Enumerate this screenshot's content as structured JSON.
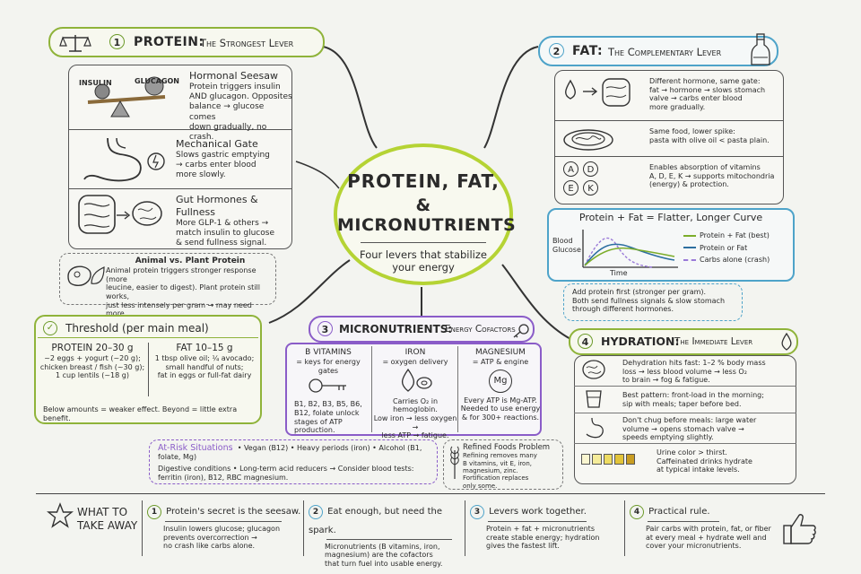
{
  "center": {
    "title_line1": "PROTEIN, FAT,",
    "title_line2": "& MICRONUTRIENTS",
    "subtitle_line1": "Four levers that stabilize",
    "subtitle_line2": "your energy"
  },
  "protein": {
    "num": "1",
    "title": "PROTEIN:",
    "subtitle": "The Strongest Lever",
    "seesaw_left": "INSULIN",
    "seesaw_right": "GLUCAGON",
    "items": [
      {
        "title": "Hormonal Seesaw",
        "lines": [
          "Protein triggers insulin",
          "AND glucagon. Opposites",
          "balance → glucose comes",
          "down gradually, no crash."
        ]
      },
      {
        "title": "Mechanical Gate",
        "lines": [
          "Slows gastric emptying",
          "→ carbs enter blood",
          "more slowly."
        ]
      },
      {
        "title": "Gut Hormones & Fullness",
        "lines": [
          "More GLP-1 & others →",
          "match insulin to glucose",
          "& send fullness signal."
        ]
      }
    ],
    "animal_title": "Animal vs. Plant Protein",
    "animal_lines": [
      "Animal protein triggers stronger response (more",
      "leucine, easier to digest). Plant protein still works,",
      "just less intensely per gram → may need more."
    ]
  },
  "threshold": {
    "title": "Threshold (per main meal)",
    "protein_head": "PROTEIN 20–30 g",
    "protein_lines": [
      "~2 eggs + yogurt (~20 g);",
      "chicken breast / fish (~30 g);",
      "1 cup lentils (~18 g)"
    ],
    "fat_head": "FAT 10–15 g",
    "fat_lines": [
      "1 tbsp olive oil; ¼ avocado;",
      "small handful of nuts;",
      "fat in eggs or full-fat dairy"
    ],
    "footer": "Below amounts = weaker effect. Beyond = little extra benefit."
  },
  "fat": {
    "num": "2",
    "title": "FAT:",
    "subtitle": "The Complementary Lever",
    "items": [
      {
        "lines": [
          "Different hormone, same gate:",
          "fat → hormone → slows stomach",
          "valve → carbs enter blood",
          "more gradually."
        ]
      },
      {
        "lines": [
          "Same food, lower spike:",
          "pasta with olive oil < pasta plain."
        ]
      },
      {
        "lines": [
          "Enables absorption of vitamins",
          "A, D, E, K → supports mitochondria",
          "(energy) & protection."
        ]
      }
    ],
    "vitamins": [
      "A",
      "D",
      "E",
      "K"
    ]
  },
  "curve": {
    "title": "Protein + Fat = Flatter, Longer Curve",
    "ylabel_line1": "Blood",
    "ylabel_line2": "Glucose",
    "xlabel": "Time",
    "legend": [
      {
        "label": "Protein + Fat (best)",
        "color": "#7cad2a"
      },
      {
        "label": "Protein or Fat",
        "color": "#2d6fa0"
      },
      {
        "label": "Carbs alone (crash)",
        "color": "#9a7ad8"
      }
    ],
    "note_lines": [
      "Add protein first (stronger per gram).",
      "Both send fullness signals & slow stomach",
      "through different hormones."
    ]
  },
  "micro": {
    "num": "3",
    "title": "MICRONUTRIENTS:",
    "subtitle": "Energy Cofactors",
    "cols": [
      {
        "head": "B VITAMINS",
        "sub": "= keys for energy gates",
        "lines": [
          "B1, B2, B3, B5, B6,",
          "B12, folate unlock",
          "stages of ATP",
          "production."
        ]
      },
      {
        "head": "IRON",
        "sub": "= oxygen delivery",
        "lines": [
          "Carries O₂ in hemoglobin.",
          "Low iron → less oxygen →",
          "less ATP → fatigue."
        ]
      },
      {
        "head": "MAGNESIUM",
        "sub": "= ATP & engine",
        "lines": [
          "Every ATP is Mg-ATP.",
          "Needed to use energy",
          "& for 300+ reactions."
        ]
      }
    ],
    "mg_symbol": "Mg",
    "risk_title": "At-Risk Situations",
    "risk_tags": "• Vegan (B12)  • Heavy periods (iron)  • Alcohol (B1, folate, Mg)",
    "risk_lines": [
      "Digestive conditions  • Long-term acid reducers → Consider blood tests:",
      "ferritin (iron), B12, RBC magnesium."
    ],
    "refined_title": "Refined Foods Problem",
    "refined_lines": [
      "Refining removes many",
      "B vitamins, vit E, iron,",
      "magnesium, zinc.",
      "Fortification replaces",
      "only some."
    ]
  },
  "hydration": {
    "num": "4",
    "title": "HYDRATION:",
    "subtitle": "The Immediate Lever",
    "items": [
      {
        "lines": [
          "Dehydration hits fast: 1–2 % body mass",
          "loss → less blood volume → less O₂",
          "to brain → fog & fatigue."
        ]
      },
      {
        "lines": [
          "Best pattern: front-load in the morning;",
          "sip with meals; taper before bed."
        ]
      },
      {
        "lines": [
          "Don't chug before meals: large water",
          "volume → opens stomach valve →",
          "speeds emptying slightly."
        ]
      },
      {
        "lines": [
          "Urine color > thirst.",
          "Caffeinated drinks hydrate",
          "at typical intake levels."
        ]
      }
    ],
    "urine_colors": [
      "#faf6d0",
      "#f5ec9a",
      "#eedc62",
      "#e2c43a",
      "#c99d22"
    ]
  },
  "takeaway": {
    "label_line1": "WHAT TO",
    "label_line2": "TAKE AWAY",
    "items": [
      {
        "num": "1",
        "title": "Protein's secret is the seesaw.",
        "lines": [
          "Insulin lowers glucose; glucagon",
          "prevents overcorrection →",
          "no crash like carbs alone."
        ]
      },
      {
        "num": "2",
        "title": "Eat enough, but need the spark.",
        "lines": [
          "Micronutrients (B vitamins, iron,",
          "magnesium) are the cofactors",
          "that turn fuel into usable energy."
        ]
      },
      {
        "num": "3",
        "title": "Levers work together.",
        "lines": [
          "Protein + fat + micronutrients",
          "create stable energy; hydration",
          "gives the fastest lift."
        ]
      },
      {
        "num": "4",
        "title": "Practical rule.",
        "lines": [
          "Pair carbs with protein, fat, or fiber",
          "at every meal + hydrate well and",
          "cover your micronutrients."
        ]
      }
    ]
  }
}
